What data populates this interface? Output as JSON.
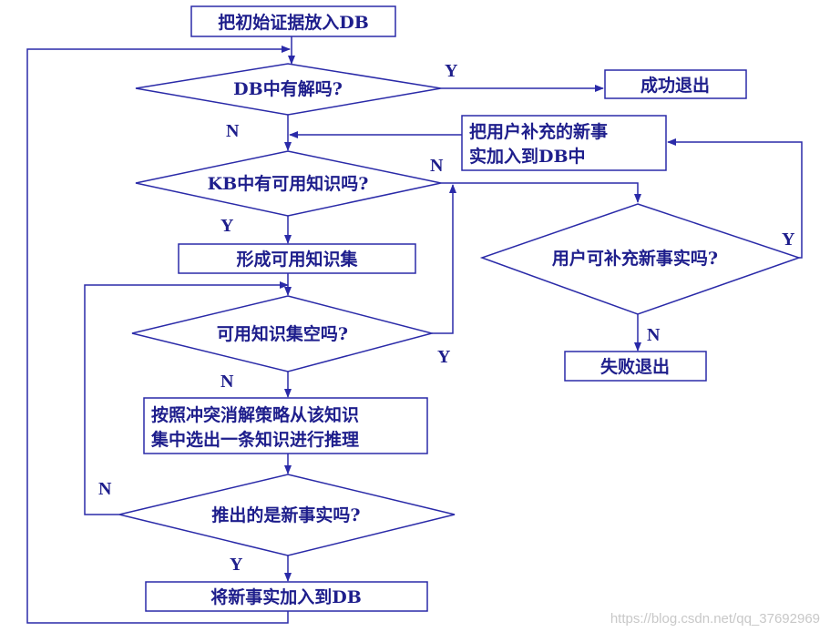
{
  "nodes": {
    "start": "把初始证据放入DB",
    "db_solved": "DB中有解吗?",
    "success": "成功退出",
    "user_add": [
      "把用户补充的新事",
      "实加入到DB中"
    ],
    "kb_available": "KB中有可用知识吗?",
    "form_set": "形成可用知识集",
    "user_supplement": "用户可补充新事实吗?",
    "set_empty": "可用知识集空吗?",
    "fail": "失败退出",
    "resolve": [
      "按照冲突消解策略从该知识",
      "集中选出一条知识进行推理"
    ],
    "new_fact": "推出的是新事实吗?",
    "add_db": "将新事实加入到DB"
  },
  "edge_labels": {
    "db_yes": "Y",
    "db_no": "N",
    "kb_no": "N",
    "kb_yes": "Y",
    "user_yes": "Y",
    "user_no": "N",
    "empty_yes": "Y",
    "empty_no": "N",
    "fact_no": "N",
    "fact_yes": "Y"
  },
  "watermark": "https://blog.csdn.net/qq_37692969",
  "colors": {
    "stroke": "#2a2aa8",
    "text": "#1e1e8c"
  }
}
